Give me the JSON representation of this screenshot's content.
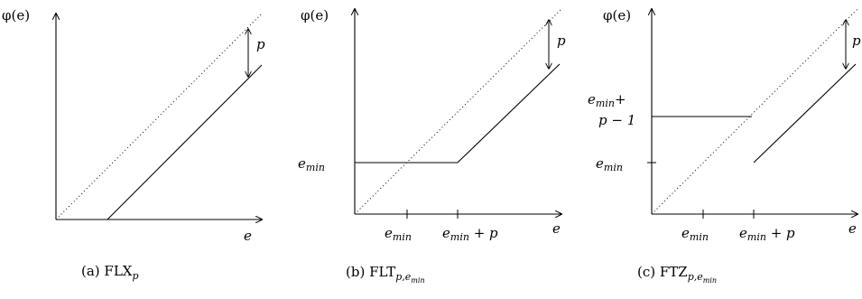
{
  "phi_label": "φ(e)",
  "e_label": "e",
  "p_label": "p",
  "tick_emin": "e",
  "tick_emin_sub": "min",
  "tick_emin_plus_p_tail": " + p",
  "label_emin_plus": "+",
  "label_p_minus_1": "p − 1",
  "captions": {
    "a": {
      "prefix": "(a) ",
      "main": "FLX",
      "sub": "p"
    },
    "b": {
      "prefix": "(b) ",
      "main": "FLT",
      "sub": "p,e"
    },
    "c": {
      "prefix": "(c) ",
      "main": "FTZ",
      "sub": "p,e"
    }
  },
  "caption_subsub": "min"
}
